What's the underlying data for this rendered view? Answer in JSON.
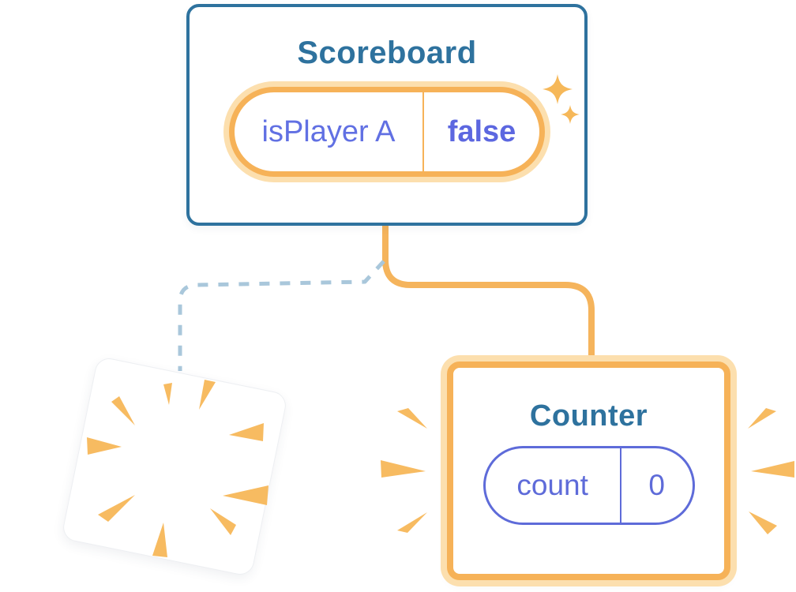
{
  "diagram": {
    "scoreboard": {
      "title": "Scoreboard",
      "state": {
        "name": "isPlayer A",
        "value": "false"
      }
    },
    "counter": {
      "title": "Counter",
      "state": {
        "name": "count",
        "value": "0"
      }
    },
    "destroyed_component": {
      "description": "removed component shown as poof burst"
    },
    "colors": {
      "card_border_blue": "#2E729E",
      "title_blue": "#2E729E",
      "state_text_purple": "#6170E3",
      "counter_pill_purple": "#5E6BD9",
      "orange_border": "#F6B258",
      "orange_glow": "#FCDFAE",
      "orange_line": "#F5B45C",
      "burst_orange": "#F7BB61",
      "dashed_line_blue": "#A9C7DB"
    },
    "icons": [
      "sparkles-icon",
      "poof-burst-icon",
      "emphasis-lines-icon"
    ]
  }
}
